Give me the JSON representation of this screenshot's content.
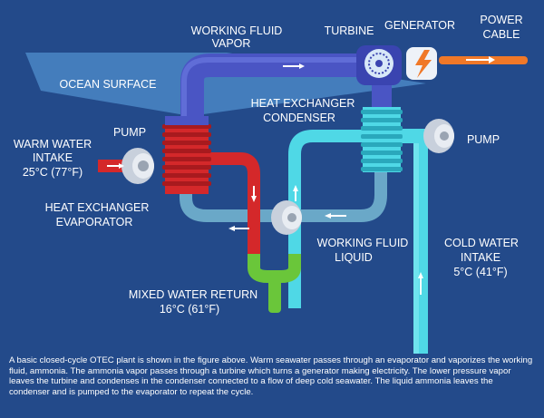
{
  "labels": {
    "working_fluid_vapor": [
      "WORKING FLUID",
      "VAPOR"
    ],
    "turbine": "TURBINE",
    "generator": "GENERATOR",
    "power_cable": [
      "POWER",
      "CABLE"
    ],
    "ocean_surface": "OCEAN SURFACE",
    "hx_condenser": [
      "HEAT EXCHANGER",
      "CONDENSER"
    ],
    "pump_left": "PUMP",
    "pump_right": "PUMP",
    "warm_water_intake": [
      "WARM WATER",
      "INTAKE",
      "25°C (77°F)"
    ],
    "hx_evaporator": [
      "HEAT EXCHANGER",
      "EVAPORATOR"
    ],
    "working_fluid_liquid": [
      "WORKING FLUID",
      "LIQUID"
    ],
    "cold_water_intake": [
      "COLD WATER",
      "INTAKE",
      "5°C (41°F)"
    ],
    "mixed_water_return": [
      "MIXED WATER RETURN",
      "16°C (61°F)"
    ]
  },
  "caption": "A basic closed-cycle OTEC plant is shown in the figure above. Warm seawater passes through an evaporator and vaporizes the working fluid, ammonia. The ammonia vapor passes through a turbine which turns a generator making electricity. The lower pressure vapor leaves the turbine and condenses in the condenser connected to a flow of deep cold seawater. The liquid ammonia leaves the condenser and is pumped to the evaporator to repeat the cycle.",
  "colors": {
    "background": "#234a8a",
    "ocean": "#4a86c4",
    "vapor_pipe": "#4a55c4",
    "warm_pipe": "#d4282a",
    "cold_pipe": "#4fd8e6",
    "mixed_pipe": "#6ac63a",
    "liquid_pipe": "#6aa8c8",
    "cable": "#f07828"
  }
}
